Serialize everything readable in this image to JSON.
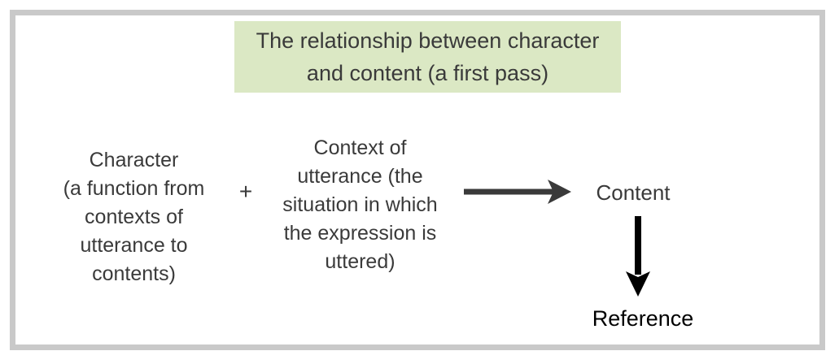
{
  "diagram": {
    "title": {
      "lines": [
        "The relationship between character",
        "and content (a first pass)"
      ]
    },
    "character_block": {
      "lines": [
        "Character",
        "(a function from",
        "contexts of",
        "utterance to",
        "contents)"
      ]
    },
    "plus_sign": "+",
    "context_block": {
      "lines": [
        "Context of",
        "utterance (the",
        "situation in which",
        "the expression is",
        "uttered)"
      ]
    },
    "content_label": "Content",
    "reference_label": "Reference",
    "icons": {
      "right_arrow": "right-arrow-icon",
      "down_arrow": "down-arrow-icon"
    }
  },
  "colors": {
    "title_background": "#dbe8c4",
    "frame_border": "#c9c9c9",
    "text_dark": "#3a3a3a",
    "arrow_gray": "#3a3a3a",
    "arrow_black": "#000000"
  }
}
